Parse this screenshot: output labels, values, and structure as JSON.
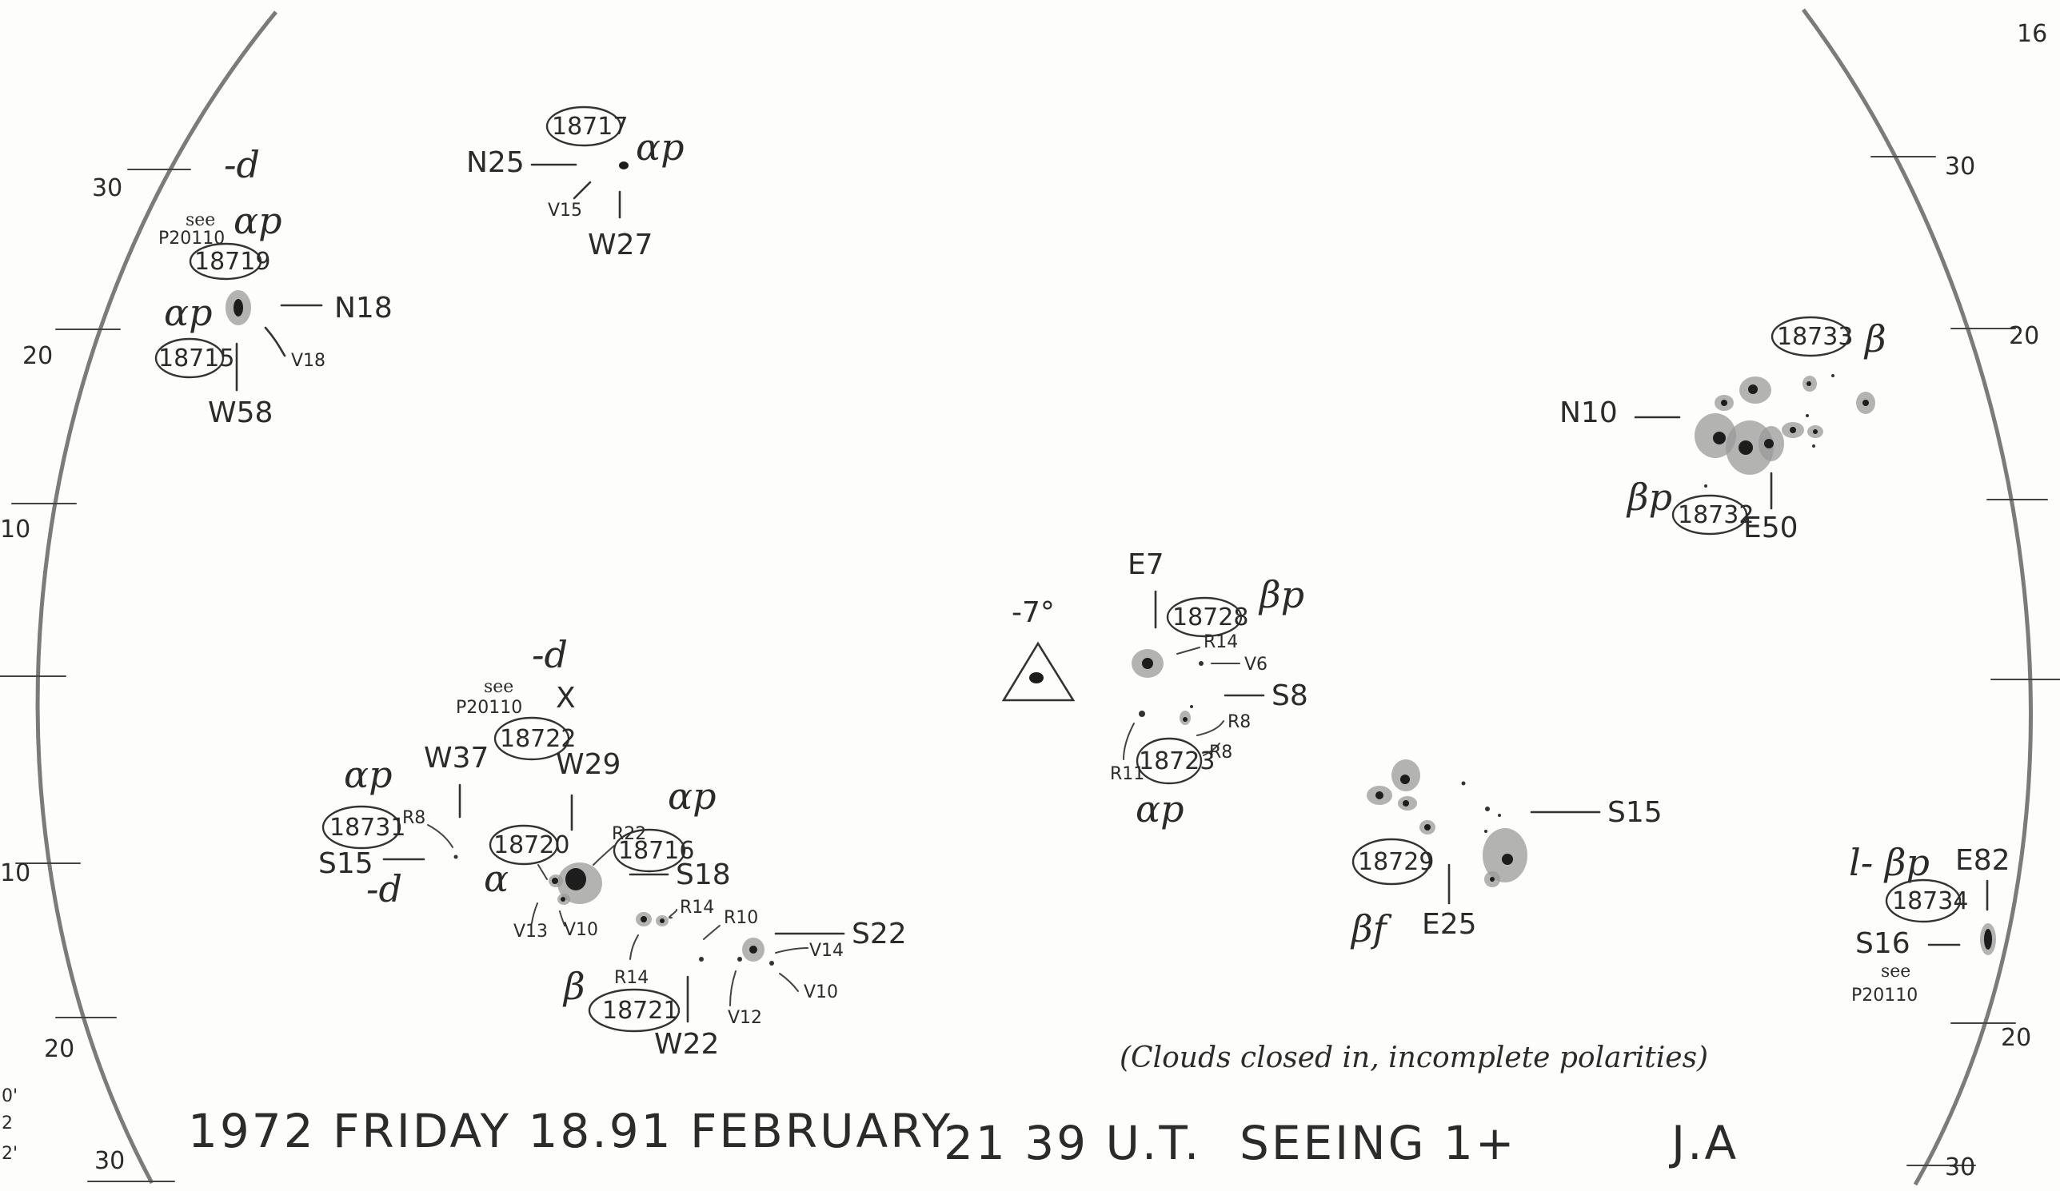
{
  "header": {
    "date": "1972 FRIDAY 18.91 FEBRUARY",
    "time": "21 39 U.T.",
    "seeing": "SEEING 1+",
    "observer": "J.A",
    "note": "(Clouds closed in, incomplete polarities)",
    "corner_mark": "16"
  },
  "grid": {
    "left_labels": [
      "30",
      "20",
      "10",
      "10",
      "20",
      "30"
    ],
    "right_labels": [
      "30",
      "20",
      "20",
      "30"
    ],
    "margin_marks": [
      "0'",
      "2",
      "2'"
    ]
  },
  "regions": [
    {
      "number": "18717",
      "class": "αp",
      "lat": "N25",
      "long": "W27",
      "extra": "V15"
    },
    {
      "number": "18719",
      "class": "αp",
      "see": "see",
      "ref": "P20110",
      "prefix": "-d"
    },
    {
      "number": "18715",
      "class": "αp",
      "lat": "N18",
      "long": "W58",
      "extra": "V18"
    },
    {
      "number": "18722",
      "class": "-d",
      "see": "see",
      "ref": "P20110",
      "long": "W37",
      "mark": "X"
    },
    {
      "number": "18731",
      "class": "αp",
      "lat": "S15",
      "extra": "R8",
      "suffix": "-d"
    },
    {
      "number": "18720",
      "class": "α",
      "long": "W29",
      "extra": "V13",
      "extra2": "V10"
    },
    {
      "number": "18716",
      "class": "αp",
      "lat": "S18",
      "extra": "R22"
    },
    {
      "number": "18721",
      "class": "β",
      "long": "W22",
      "lat": "S22",
      "extra": "R14",
      "extra2": "R14",
      "extra3": "R10",
      "extra4": "V14",
      "extra5": "V12",
      "extra6": "V10"
    },
    {
      "number": "18728",
      "class": "βp",
      "long": "E7",
      "extra": "R14",
      "extra2": "V6"
    },
    {
      "number": "18723",
      "class": "αp",
      "lat": "S8",
      "extra": "R8",
      "extra2": "R8",
      "extra3": "R11"
    },
    {
      "number": "18729",
      "class": "βf",
      "lat": "S15",
      "long": "E25"
    },
    {
      "number": "18733",
      "class": "β",
      "lat": "N10"
    },
    {
      "number": "18732",
      "class": "βp",
      "long": "E50"
    },
    {
      "number": "18734",
      "class": "l- βp",
      "long": "E82",
      "lat": "S16",
      "see": "see",
      "ref": "P20110"
    }
  ],
  "orientation": {
    "angle": "-7°"
  }
}
